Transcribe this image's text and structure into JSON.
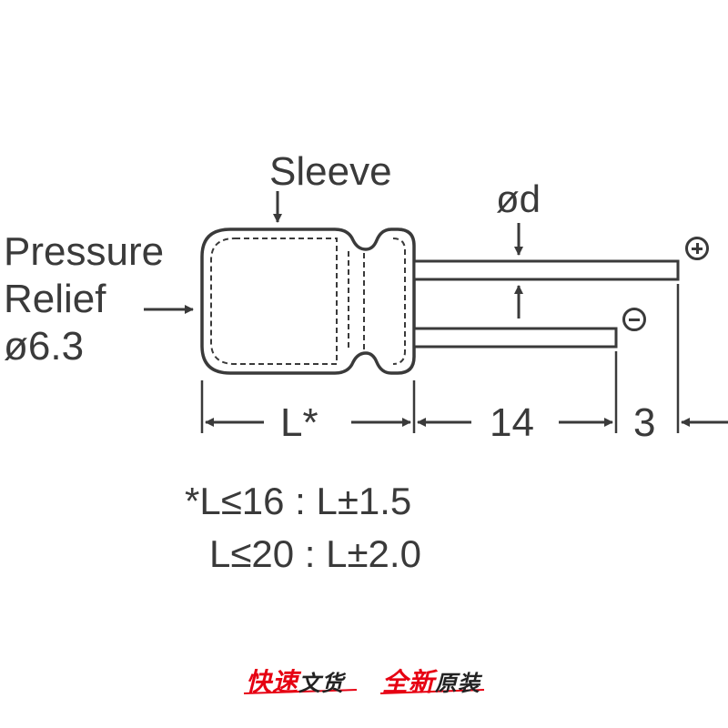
{
  "labels": {
    "sleeve": "Sleeve",
    "pressure": "Pressure",
    "relief": "Relief",
    "diameter_body": "ø6.3",
    "diameter_lead": "ød",
    "length": "L*",
    "lead_length": "14",
    "lead_offset": "3"
  },
  "notes": {
    "line1": "*L≤16 : L±1.5",
    "line2": "L≤20 : L±2.0"
  },
  "footer": {
    "part1": "快速",
    "part2": "文货",
    "part3": "全新",
    "part4": "原装"
  },
  "colors": {
    "line": "#3a3a3a",
    "accent": "#e60012"
  }
}
